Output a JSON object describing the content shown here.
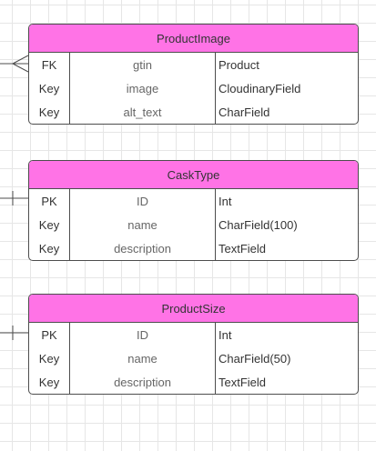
{
  "entities": [
    {
      "title": "ProductImage",
      "rows": [
        {
          "key": "FK",
          "name": "gtin",
          "type": "Product"
        },
        {
          "key": "Key",
          "name": "image",
          "type": "CloudinaryField"
        },
        {
          "key": "Key",
          "name": "alt_text",
          "type": "CharField"
        }
      ]
    },
    {
      "title": "CaskType",
      "rows": [
        {
          "key": "PK",
          "name": "ID",
          "type": "Int"
        },
        {
          "key": "Key",
          "name": "name",
          "type": "CharField(100)"
        },
        {
          "key": "Key",
          "name": "description",
          "type": "TextField"
        }
      ]
    },
    {
      "title": "ProductSize",
      "rows": [
        {
          "key": "PK",
          "name": "ID",
          "type": "Int"
        },
        {
          "key": "Key",
          "name": "name",
          "type": "CharField(50)"
        },
        {
          "key": "Key",
          "name": "description",
          "type": "TextField"
        }
      ]
    }
  ],
  "colors": {
    "header": "#ff73e6",
    "border": "#4d4d4d",
    "grid": "#e6e6e6"
  }
}
